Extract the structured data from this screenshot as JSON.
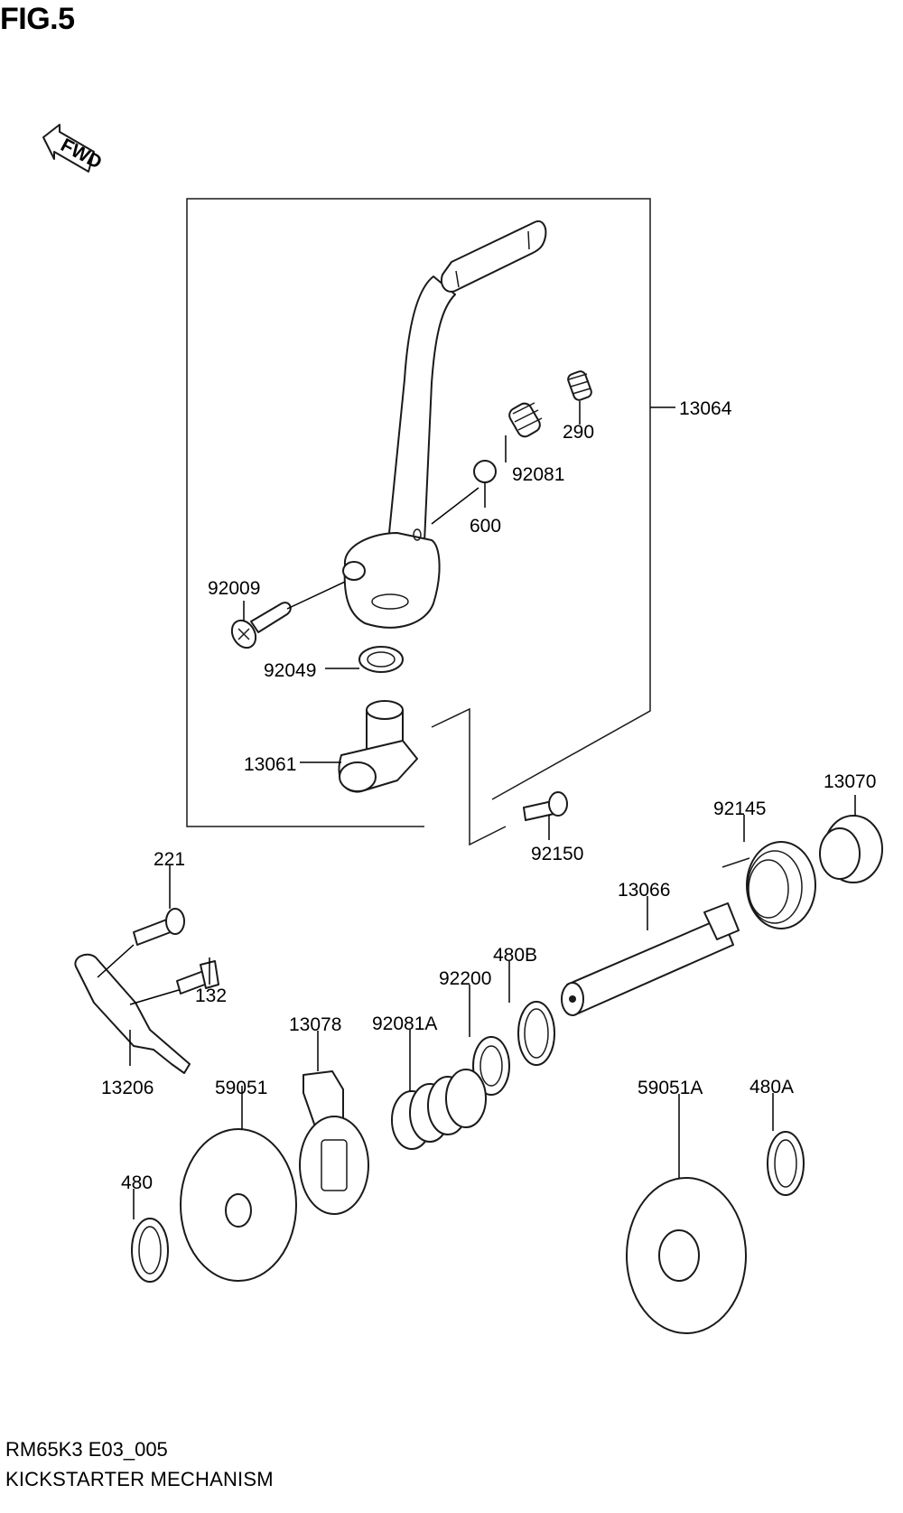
{
  "figure": {
    "title": "FIG.5",
    "code": "RM65K3 E03_005",
    "name": "KICKSTARTER MECHANISM"
  },
  "fwd_label": "FWD",
  "callouts": [
    {
      "id": "13064"
    },
    {
      "id": "290"
    },
    {
      "id": "92081"
    },
    {
      "id": "600"
    },
    {
      "id": "92009"
    },
    {
      "id": "92049"
    },
    {
      "id": "13061"
    },
    {
      "id": "92150"
    },
    {
      "id": "13070"
    },
    {
      "id": "92145"
    },
    {
      "id": "13066"
    },
    {
      "id": "221"
    },
    {
      "id": "132"
    },
    {
      "id": "13206"
    },
    {
      "id": "480B"
    },
    {
      "id": "92200"
    },
    {
      "id": "13078"
    },
    {
      "id": "92081A"
    },
    {
      "id": "59051"
    },
    {
      "id": "480"
    },
    {
      "id": "59051A"
    },
    {
      "id": "480A"
    }
  ]
}
